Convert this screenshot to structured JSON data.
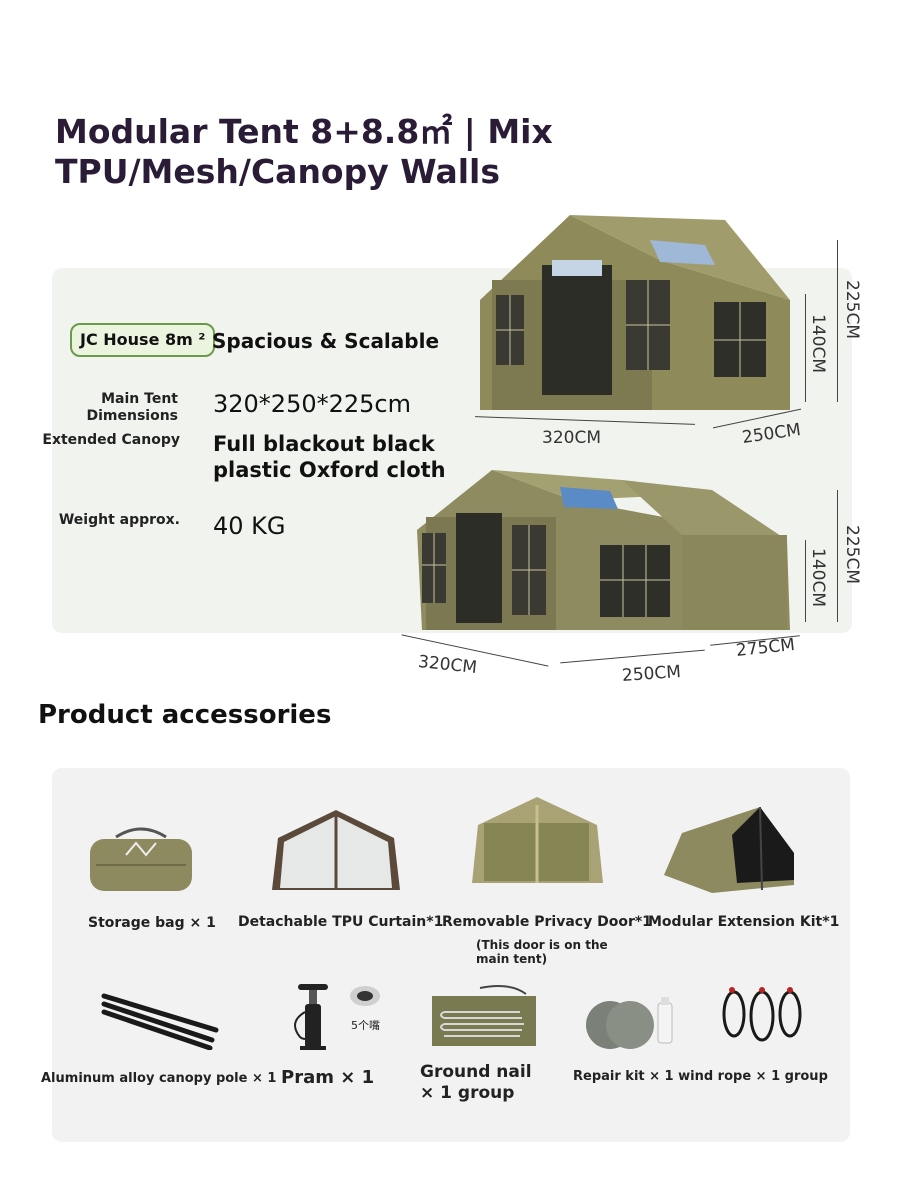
{
  "header": {
    "title": "Modular Tent 8+8.8㎡ | Mix TPU/Mesh/Canopy Walls"
  },
  "specs": {
    "badge": "JC House 8m ²",
    "tagline": "Spacious & Scalable",
    "rows": [
      {
        "label": "Main Tent Dimensions",
        "value": "320*250*225cm"
      },
      {
        "label": "Extended Canopy",
        "value": "Full blackout black plastic Oxford cloth"
      },
      {
        "label": "Weight approx.",
        "value": "40 KG"
      }
    ]
  },
  "tent_main": {
    "width": "320CM",
    "depth": "250CM",
    "height_total": "225CM",
    "height_wall": "140CM"
  },
  "tent_extended": {
    "width": "320CM",
    "depth": "250CM",
    "canopy_depth": "275CM",
    "height_total": "225CM",
    "height_wall": "140CM"
  },
  "accessories": {
    "title": "Product accessories",
    "items": [
      {
        "label": "Storage bag × 1"
      },
      {
        "label": "Detachable TPU Curtain*1"
      },
      {
        "label": "Removable Privacy Door*1",
        "note": "(This door is on the main tent)"
      },
      {
        "label": "Modular Extension Kit*1"
      },
      {
        "label": "Aluminum alloy canopy pole × 1"
      },
      {
        "label": "Pram × 1",
        "note": "5个嘴"
      },
      {
        "label": "Ground nail × 1 group"
      },
      {
        "label": "Repair kit × 1 wind rope × 1 group"
      }
    ]
  },
  "colors": {
    "title": "#2a1c36",
    "tent_olive": "#8e8a5a",
    "badge_border": "#6b9a4a"
  }
}
